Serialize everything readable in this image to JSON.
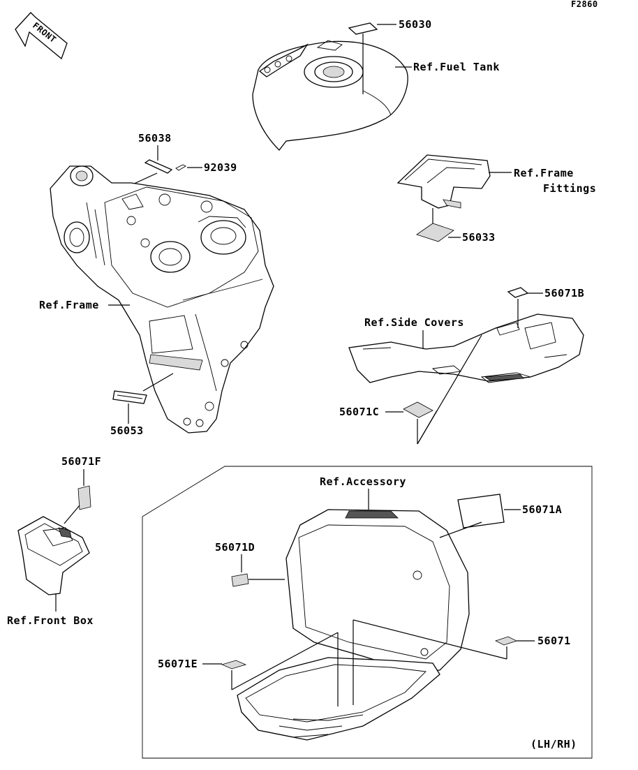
{
  "diagram_code": "F2860",
  "front_arrow": "FRONT",
  "labels": {
    "p56030": "56030",
    "fuel_tank": "Ref.Fuel Tank",
    "p56038": "56038",
    "p92039": "92039",
    "frame_fittings_1": "Ref.Frame",
    "frame_fittings_2": "Fittings",
    "p56033": "56033",
    "frame": "Ref.Frame",
    "p56071B": "56071B",
    "side_covers": "Ref.Side Covers",
    "p56053": "56053",
    "p56071C": "56071C",
    "p56071F": "56071F",
    "front_box": "Ref.Front Box",
    "accessory": "Ref.Accessory",
    "p56071A": "56071A",
    "p56071D": "56071D",
    "p56071": "56071",
    "p56071E": "56071E",
    "lh_rh": "(LH/RH)"
  }
}
